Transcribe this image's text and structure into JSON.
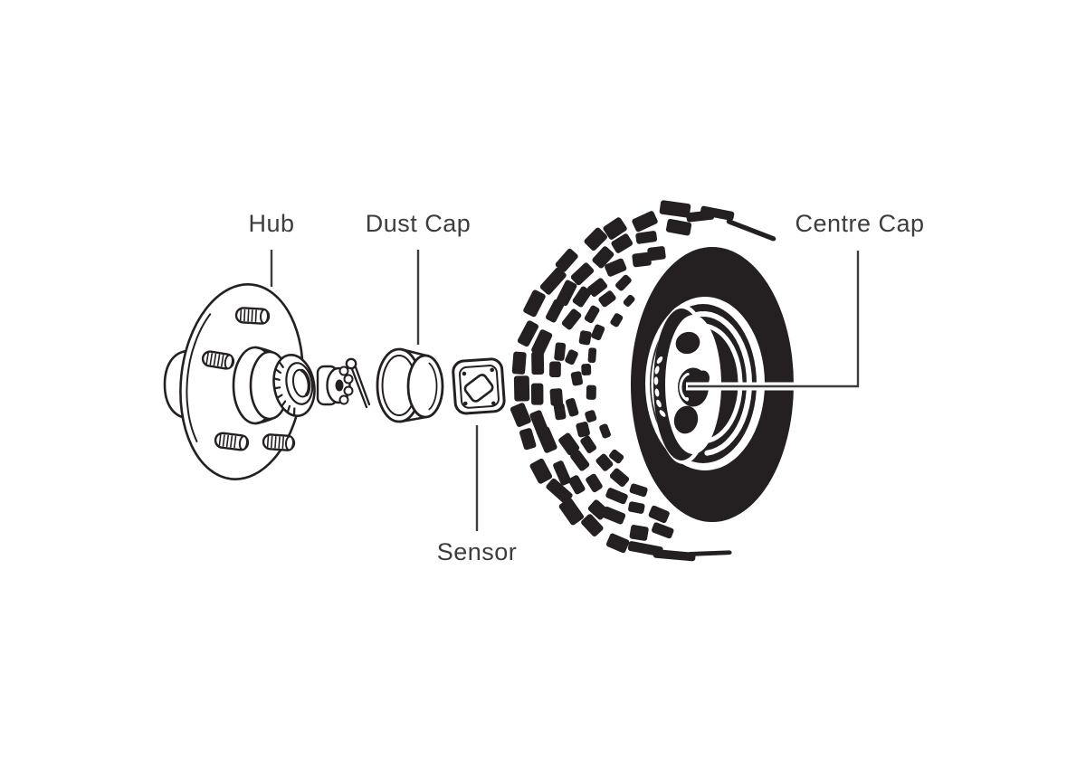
{
  "diagram": {
    "type": "exploded-parts-diagram",
    "subject": "Wheel hub assembly with tyre, sensor and centre cap"
  },
  "labels": {
    "hub": "Hub",
    "dust_cap": "Dust Cap",
    "centre_cap": "Centre Cap",
    "sensor": "Sensor"
  },
  "colors": {
    "background": "#ffffff",
    "ink": "#242021",
    "label_text": "#3d3d3d",
    "leader_line": "#3d3d3d"
  }
}
